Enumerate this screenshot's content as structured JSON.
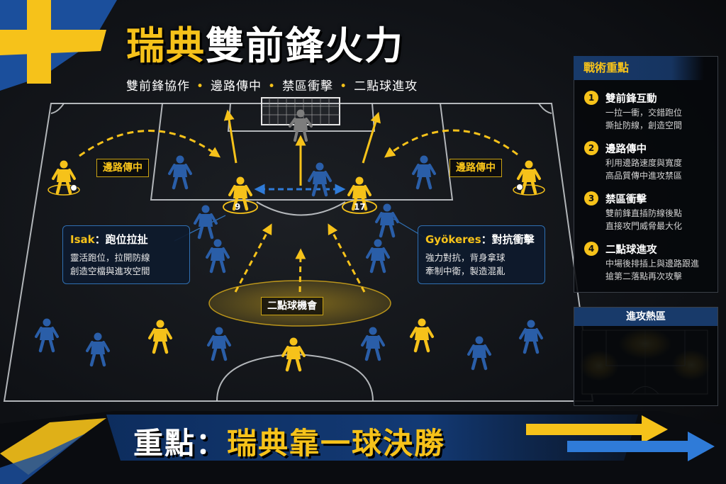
{
  "title": {
    "part1": "瑞典",
    "part2": "雙前鋒火力"
  },
  "subtitle": {
    "items": [
      "雙前鋒協作",
      "邊路傳中",
      "禁區衝擊",
      "二點球進攻"
    ],
    "separator": "•"
  },
  "pitch_tags": {
    "left_wing": "邊路傳中",
    "right_wing": "邊路傳中",
    "second_ball": "二點球機會"
  },
  "jerseys": {
    "left_striker": "9",
    "right_striker": "17"
  },
  "callouts": {
    "isak": {
      "name": "Isak",
      "colon": "：",
      "role": "跑位拉扯",
      "lines": [
        "靈活跑位，拉開防線",
        "創造空檔與進攻空間"
      ]
    },
    "gyokeres": {
      "name": "Gyökeres",
      "colon": "：",
      "role": "對抗衝擊",
      "lines": [
        "強力對抗，背身拿球",
        "牽制中衛，製造混亂"
      ]
    }
  },
  "panel": {
    "title": "戰術重點",
    "items": [
      {
        "num": "1",
        "head": "雙前鋒互動",
        "lines": [
          "一拉一衝，交錯跑位",
          "撕扯防線，創造空間"
        ]
      },
      {
        "num": "2",
        "head": "邊路傳中",
        "lines": [
          "利用邊路速度與寬度",
          "高品質傳中進攻禁區"
        ]
      },
      {
        "num": "3",
        "head": "禁區衝擊",
        "lines": [
          "雙前鋒直插防線後點",
          "直接攻門威脅最大化"
        ]
      },
      {
        "num": "4",
        "head": "二點球進攻",
        "lines": [
          "中場後排插上與邊路跟進",
          "搶第二落點再次攻擊"
        ]
      }
    ]
  },
  "heatmap": {
    "title": "進攻熱區"
  },
  "banner": {
    "prefix": "重點：",
    "highlight": "瑞典靠一球決勝"
  },
  "colors": {
    "gold": "#f6c21a",
    "blue": "#1f5fb0",
    "pitch_line": "#cfd2d6",
    "defender": "#2a5ea8"
  }
}
